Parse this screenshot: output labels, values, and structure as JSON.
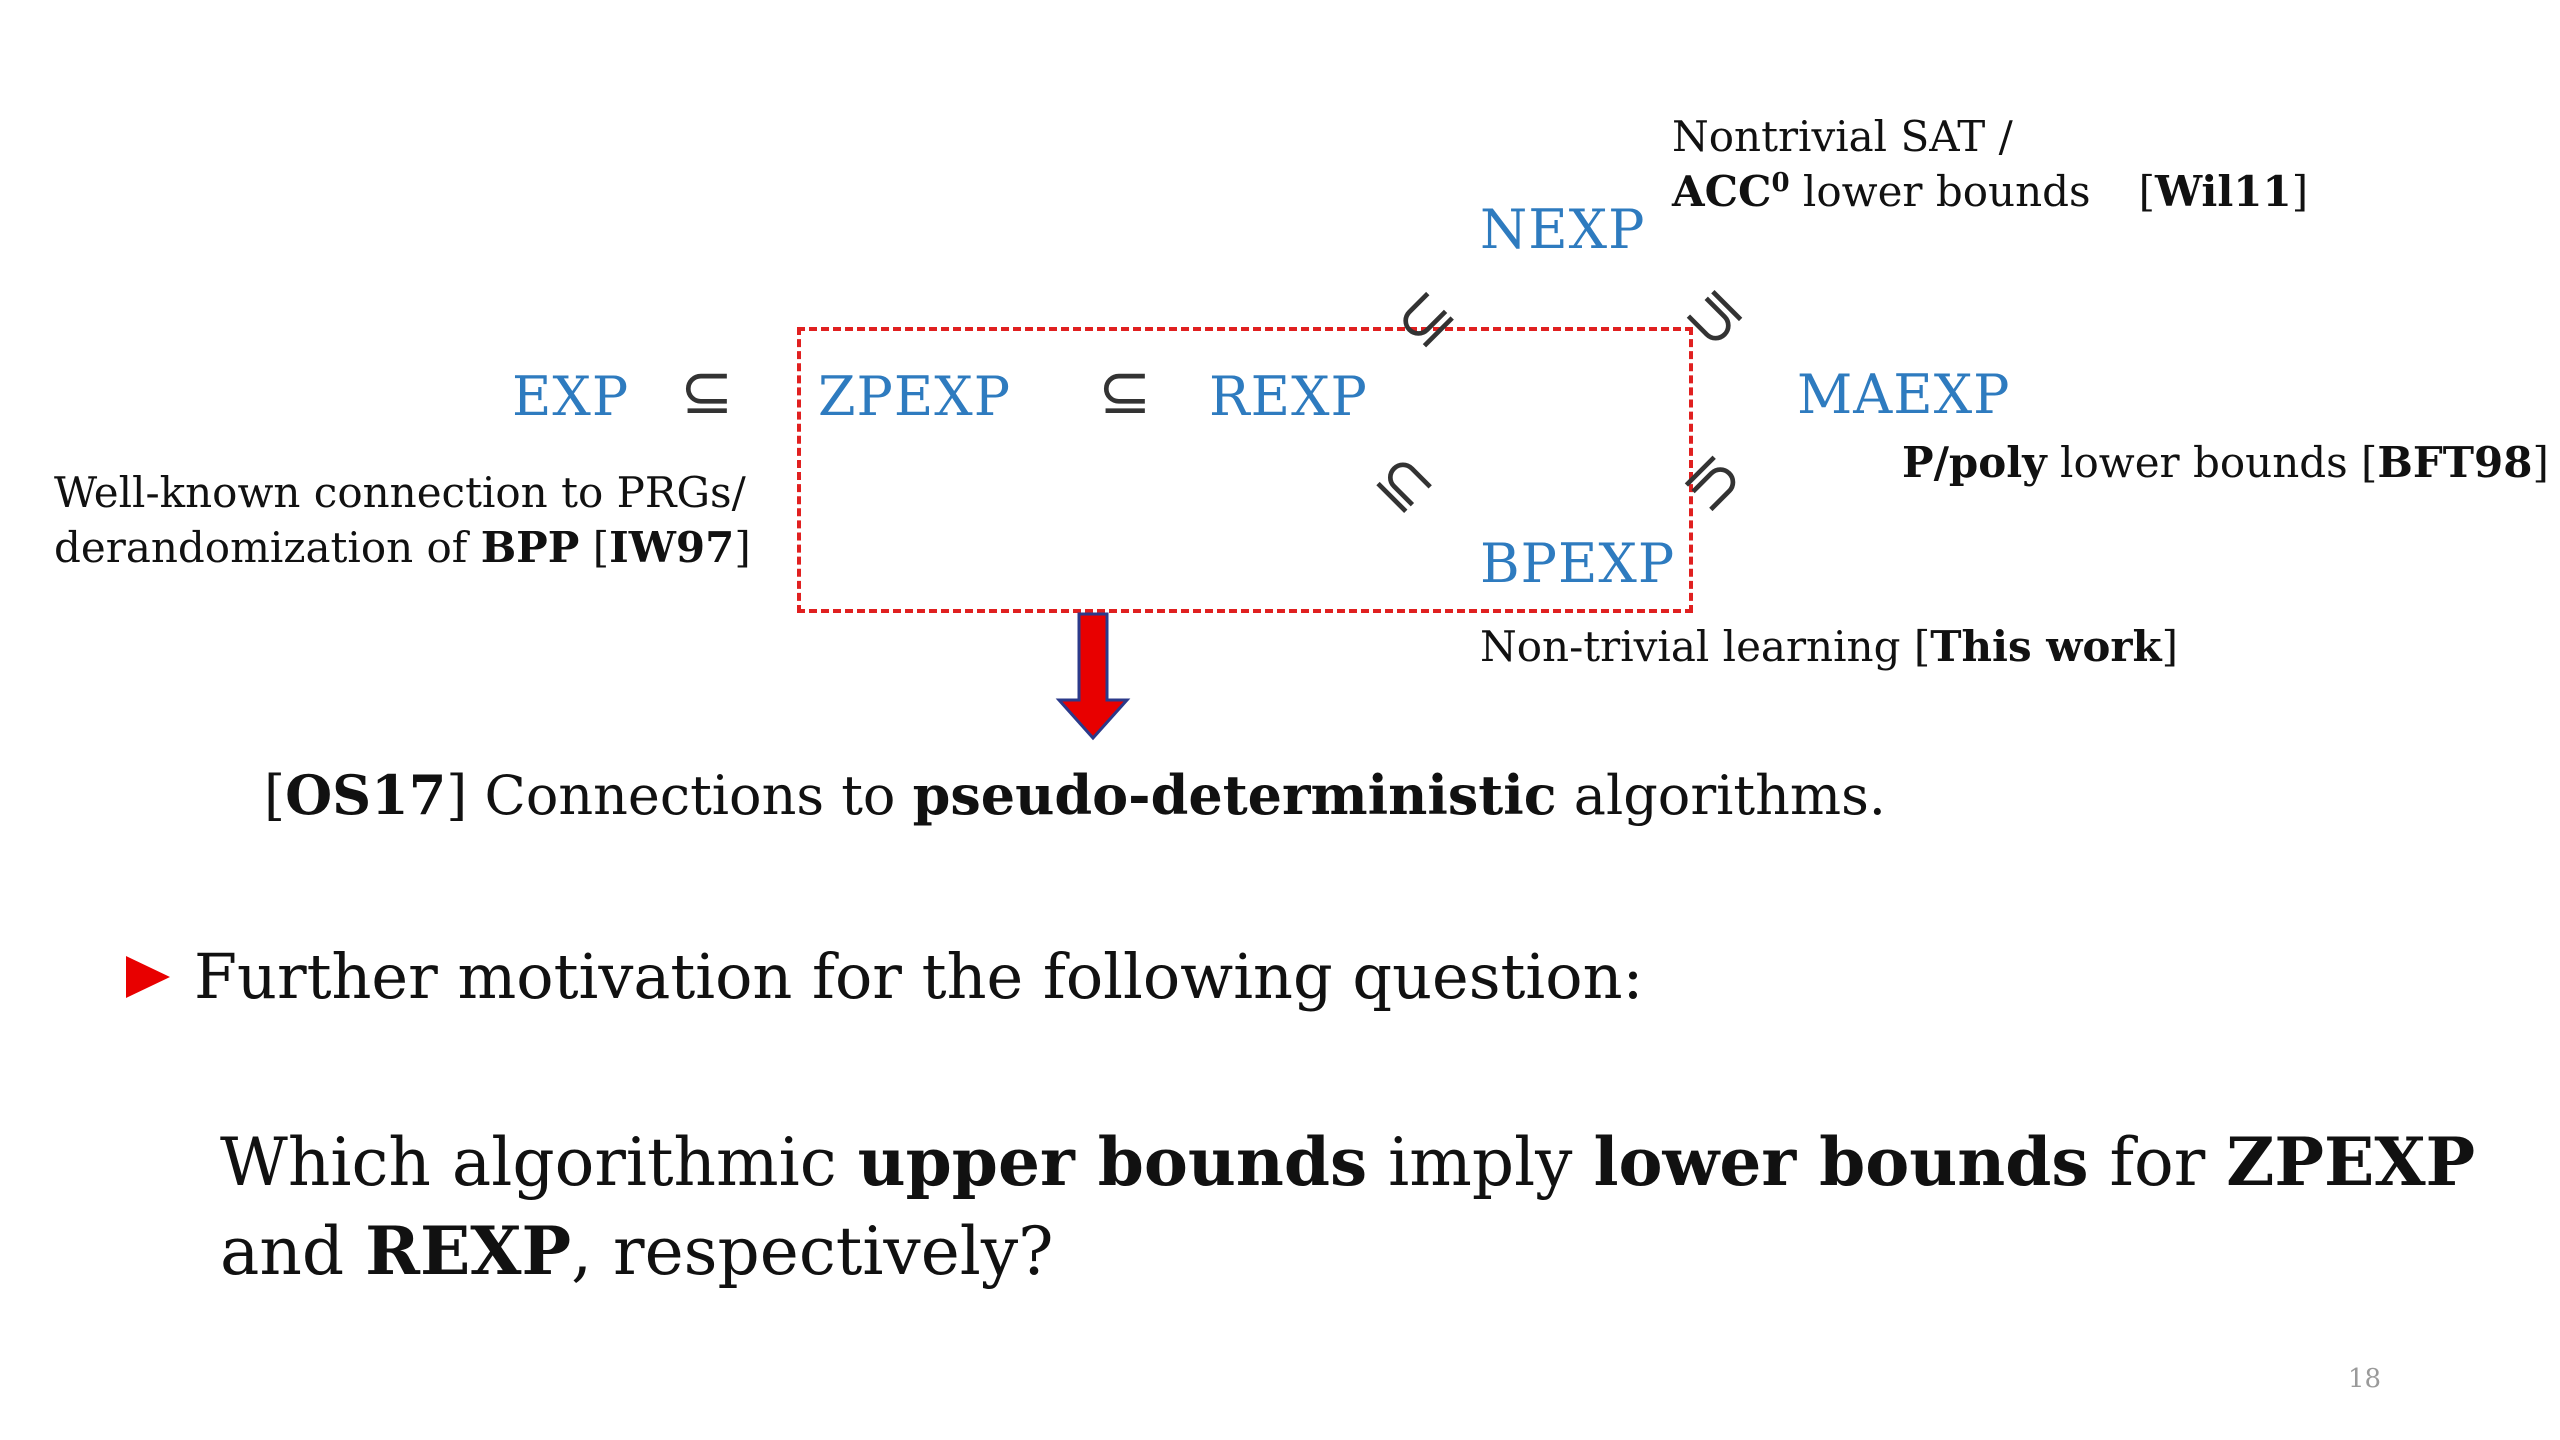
{
  "colors": {
    "class_blue": "#2e7bbf",
    "box_red": "#e02020",
    "arrow_red": "#e80000",
    "arrow_outline": "#2b3a8a"
  },
  "diagram": {
    "classes": {
      "exp": "EXP",
      "zpexp": "ZPEXP",
      "rexp": "REXP",
      "nexp": "NEXP",
      "maexp": "MAEXP",
      "bpexp": "BPEXP"
    },
    "subset_symbol": "⊆",
    "notes": {
      "nexp_line1": "Nontrivial SAT /",
      "nexp_acc": "ACC",
      "nexp_acc_sup": "0",
      "nexp_line2_rest": " lower bounds",
      "nexp_cite_open": "[",
      "nexp_cite": "Wil11",
      "nexp_cite_close": "]",
      "maexp_bold": "P/poly",
      "maexp_rest": " lower bounds [",
      "maexp_cite": "BFT98",
      "maexp_close": "]",
      "exp_line1": "Well-known connection to PRGs/",
      "exp_line2_pre": "derandomization of ",
      "exp_bpp": "BPP",
      "exp_mid": " [",
      "exp_cite": "IW97",
      "exp_close": "]",
      "bpexp_pre": "Non-trivial learning [",
      "bpexp_bold": "This work",
      "bpexp_close": "]"
    }
  },
  "os17": {
    "open": "[",
    "cite": "OS17",
    "mid": "] Connections to ",
    "bold": "pseudo-deterministic",
    "rest": " algorithms."
  },
  "bullet": {
    "text": "Further motivation for the following question:"
  },
  "question": {
    "p1": "Which algorithmic ",
    "b1": "upper bounds",
    "p2": " imply ",
    "b2": "lower bounds",
    "p3": " for ",
    "b3": "ZPEXP",
    "p4": " and ",
    "b4": "REXP",
    "p5": ", respectively?"
  },
  "page_number": "18"
}
